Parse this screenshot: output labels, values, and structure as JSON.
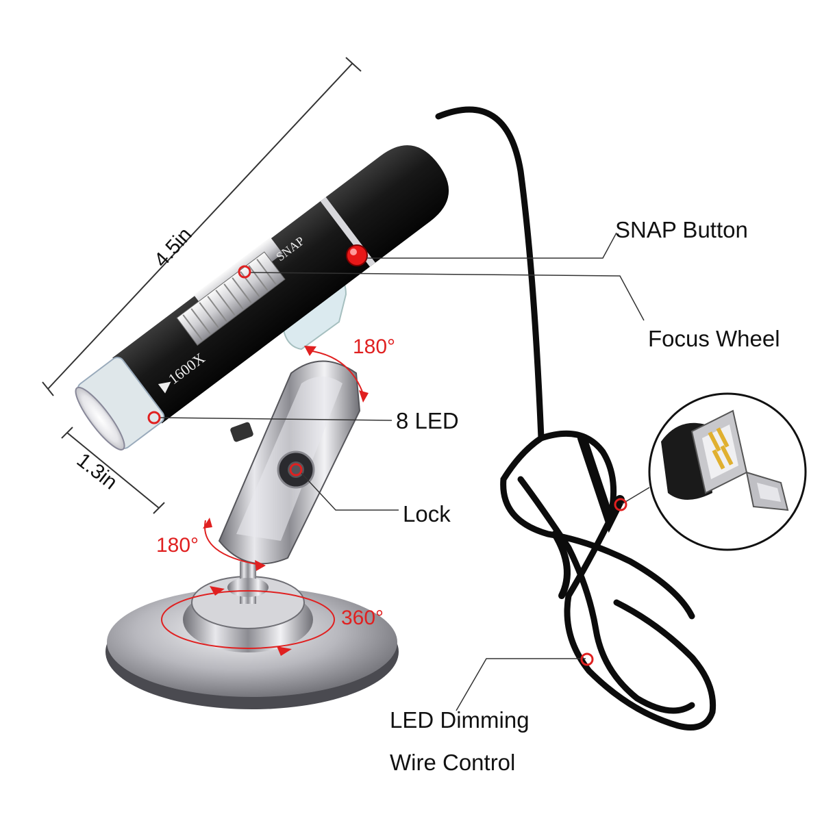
{
  "product": {
    "body_marking": "SNAP",
    "magnification_marking": "▶1600X"
  },
  "dimensions": {
    "length": "4.5in",
    "diameter": "1.3in"
  },
  "callouts": {
    "snap_button": "SNAP Button",
    "focus_wheel": "Focus Wheel",
    "led": "8 LED",
    "lock": "Lock",
    "led_dimming_line1": "LED Dimming",
    "led_dimming_line2": "Wire Control"
  },
  "rotation_angles": {
    "clip": "180°",
    "arm": "180°",
    "base": "360°"
  },
  "colors": {
    "accent_red": "#e02020",
    "body_black": "#141414",
    "chrome": "#c8c8cc",
    "leader_line": "#333333"
  },
  "icons": [
    "usb-connector-icon",
    "micro-usb-connector-icon"
  ]
}
